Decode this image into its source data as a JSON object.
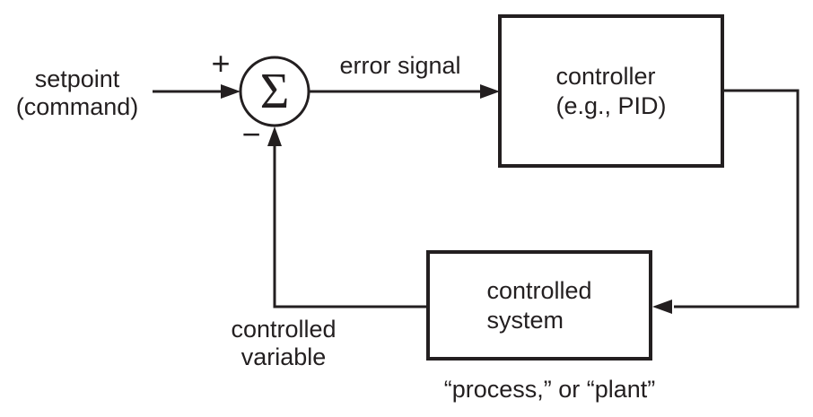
{
  "diagram": {
    "type": "feedback-control-loop-block-diagram",
    "colors": {
      "ink": "#231f20",
      "background": "#ffffff"
    },
    "setpoint": {
      "line1": "setpoint",
      "line2": "(command)"
    },
    "summing_junction": {
      "symbol": "Σ",
      "plus": "+",
      "minus": "−"
    },
    "error_signal_label": "error signal",
    "controller": {
      "line1": "controller",
      "line2": "(e.g., PID)"
    },
    "controlled_system": {
      "line1": "controlled",
      "line2": "system"
    },
    "controlled_variable": {
      "line1": "controlled",
      "line2": "variable"
    },
    "caption": "“process,” or “plant”"
  }
}
